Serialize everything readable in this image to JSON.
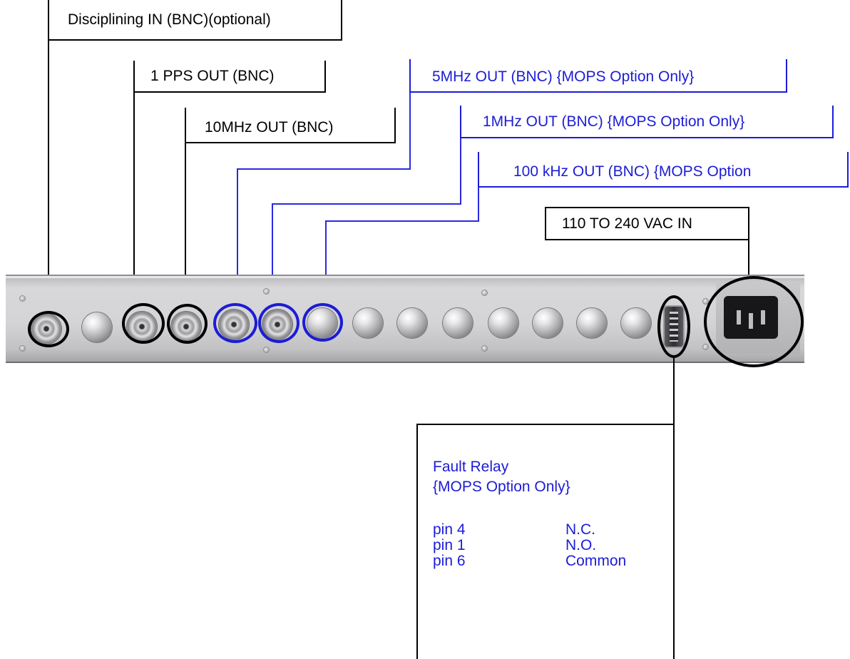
{
  "labels": {
    "disciplining_in": "Disciplining IN (BNC)(optional)",
    "pps_out": "1 PPS OUT (BNC)",
    "tenmhz_out": "10MHz OUT (BNC)",
    "fivemhz_out": "5MHz OUT (BNC) {MOPS Option Only}",
    "onemhz_out": "1MHz OUT (BNC) {MOPS Option Only}",
    "hundredkhz_out": "100 kHz OUT (BNC) {MOPS Option",
    "ac_in": "110 TO 240 VAC IN"
  },
  "fault_relay": {
    "title": "Fault Relay",
    "subtitle": "{MOPS Option Only}",
    "pins": [
      {
        "pin": "pin 4",
        "function": "N.C."
      },
      {
        "pin": "pin 1",
        "function": "N.O."
      },
      {
        "pin": "pin 6",
        "function": "Common"
      }
    ]
  },
  "colors": {
    "standard": "#000000",
    "mops_option": "#1c1cd6",
    "panel": "#d4d4d6"
  }
}
